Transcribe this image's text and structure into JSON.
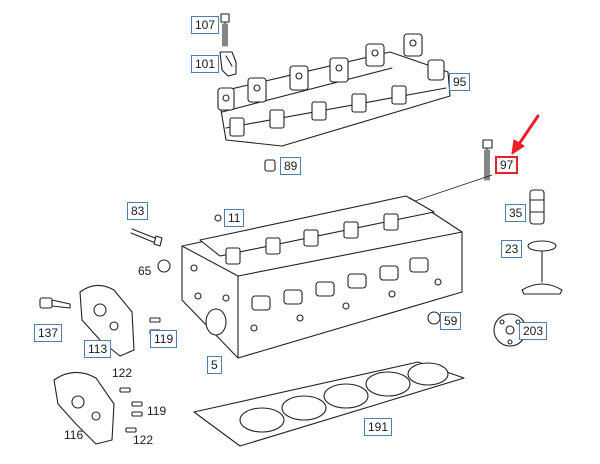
{
  "colors": {
    "line": "#222222",
    "part_fill": "#ffffff",
    "label_border": "#4a7fb5",
    "highlight": "#e8202a"
  },
  "callouts": [
    {
      "id": "107",
      "text": "107",
      "boxed": true
    },
    {
      "id": "101",
      "text": "101",
      "boxed": true
    },
    {
      "id": "95",
      "text": "95",
      "boxed": true
    },
    {
      "id": "89",
      "text": "89",
      "boxed": true
    },
    {
      "id": "97",
      "text": "97",
      "boxed": true,
      "highlighted": true
    },
    {
      "id": "83",
      "text": "83",
      "boxed": true
    },
    {
      "id": "11",
      "text": "11",
      "boxed": true
    },
    {
      "id": "35",
      "text": "35",
      "boxed": true
    },
    {
      "id": "23",
      "text": "23",
      "boxed": true
    },
    {
      "id": "65",
      "text": "65",
      "boxed": false
    },
    {
      "id": "137",
      "text": "137",
      "boxed": true
    },
    {
      "id": "113",
      "text": "113",
      "boxed": true
    },
    {
      "id": "119a",
      "text": "119",
      "boxed": true
    },
    {
      "id": "59",
      "text": "59",
      "boxed": true
    },
    {
      "id": "203",
      "text": "203",
      "boxed": true
    },
    {
      "id": "5",
      "text": "5",
      "boxed": true
    },
    {
      "id": "122a",
      "text": "122",
      "boxed": false
    },
    {
      "id": "119b",
      "text": "119",
      "boxed": false
    },
    {
      "id": "116",
      "text": "116",
      "boxed": false
    },
    {
      "id": "122b",
      "text": "122",
      "boxed": false
    },
    {
      "id": "191",
      "text": "191",
      "boxed": true
    }
  ]
}
